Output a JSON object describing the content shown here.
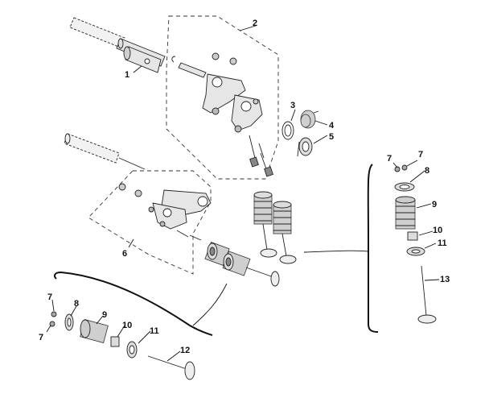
{
  "diagram": {
    "callouts": [
      "1",
      "2",
      "3",
      "4",
      "5",
      "6",
      "7",
      "7",
      "8",
      "9",
      "10",
      "11",
      "13",
      "7",
      "7",
      "8",
      "9",
      "10",
      "11",
      "12"
    ],
    "group_upper_right_labels": [
      "7",
      "7",
      "8",
      "9",
      "10",
      "11",
      "13"
    ],
    "group_lower_left_labels": [
      "7",
      "7",
      "8",
      "9",
      "10",
      "11",
      "12"
    ]
  }
}
